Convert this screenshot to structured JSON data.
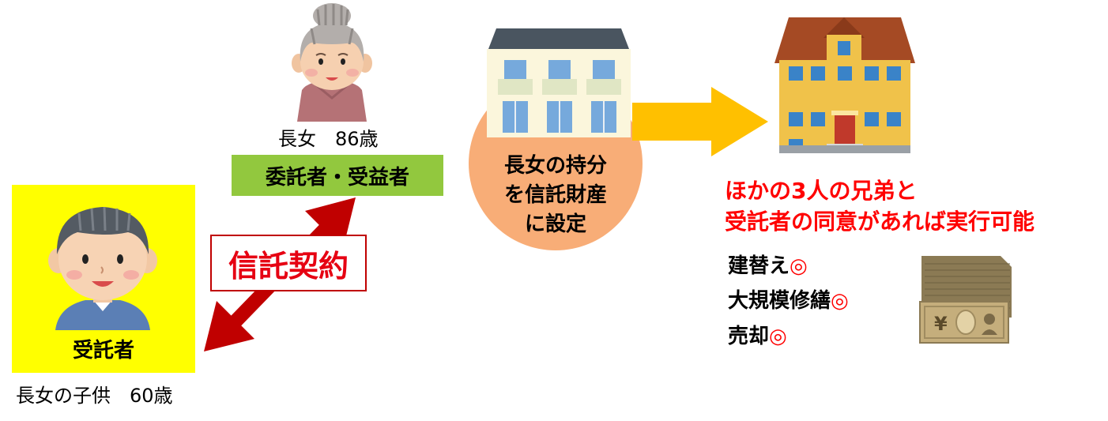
{
  "trustee": {
    "label": "受託者",
    "caption": "長女の子供　60歳"
  },
  "settlor": {
    "caption": "長女　86歳",
    "role": "委託者・受益者"
  },
  "contract": {
    "label": "信託契約"
  },
  "property": {
    "lines": [
      "長女の持分",
      "を信託財産",
      "に設定"
    ]
  },
  "result": {
    "line1": "ほかの3人の兄弟と",
    "line2": "受託者の同意があれば実行可能"
  },
  "actions": [
    {
      "label": "建替え",
      "mark": "◎"
    },
    {
      "label": "大規模修繕",
      "mark": "◎"
    },
    {
      "label": "売却",
      "mark": "◎"
    }
  ],
  "icons": {
    "trustee": "man-icon",
    "settlor": "elderly-woman-icon",
    "apartment": "apartment-building-icon",
    "house": "house-icon",
    "money": "yen-bills-icon"
  },
  "colors": {
    "trustee_box": "#ffff00",
    "settlor_box": "#92c83e",
    "contract_arrow": "#c00000",
    "property_circle": "#f8ad77",
    "flow_arrow": "#ffc000",
    "emphasis_text": "#ff0000"
  }
}
